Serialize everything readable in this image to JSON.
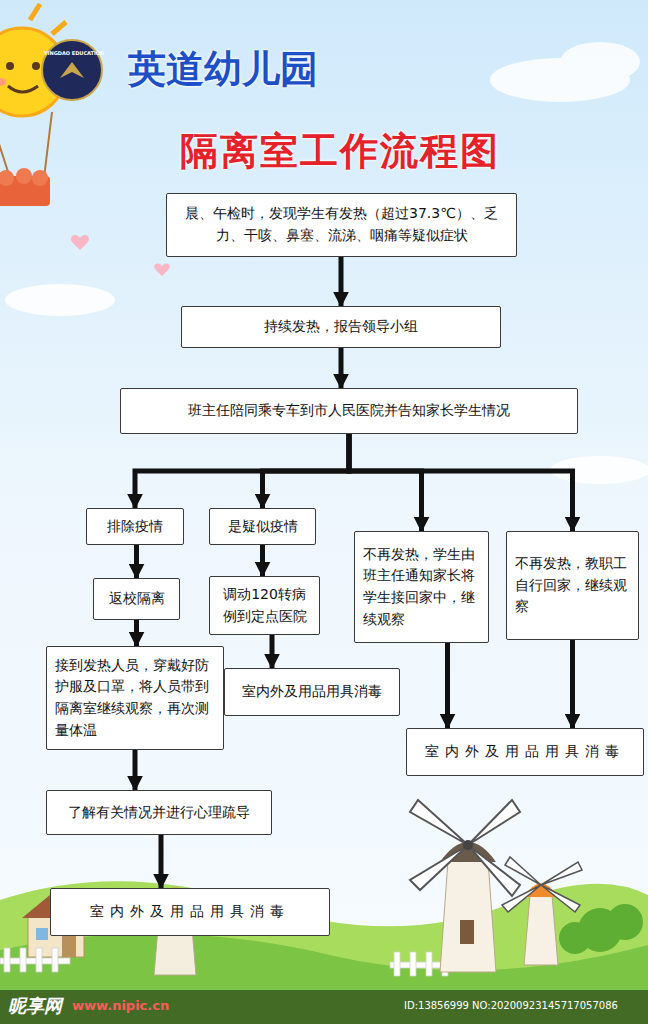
{
  "diagram": {
    "title": "隔离室工作流程图",
    "nodes": [
      {
        "text": [
          "晨、午检时，发现学生有发热（超过37.3℃）、乏力、干咳、鼻塞、流涕、咽痛等疑似症状"
        ]
      },
      {
        "text": [
          "持续发热，报告领导小组"
        ]
      },
      {
        "text": [
          "班主任陪同乘专车到市人民医院并告知家长学生情况"
        ]
      },
      {
        "text": [
          "排除疫情"
        ]
      },
      {
        "text": [
          "是疑似疫情"
        ]
      },
      {
        "text": [
          "不再发热，学生由班主任通知家长将学生接回家中，继续观察"
        ]
      },
      {
        "text": [
          "不再发热，教职工自行回家，继续观察"
        ]
      },
      {
        "text": [
          "返校隔离"
        ]
      },
      {
        "text": [
          "调动120转病例到定点医院"
        ]
      },
      {
        "text": [
          "接到发热人员，穿戴好防护服及口罩，将人员带到隔离室继续观察，再次测量体温"
        ]
      },
      {
        "text": [
          "室内外及用品用具消毒"
        ]
      },
      {
        "text": [
          "室内外及用品用具消毒"
        ]
      },
      {
        "text": [
          "了解有关情况并进行心理疏导"
        ]
      },
      {
        "text": [
          "室内外及用品用具消毒"
        ]
      }
    ],
    "edges": [
      {
        "from": 0,
        "to": 1,
        "arrow": "to"
      },
      {
        "from": 1,
        "to": 2,
        "arrow": "to"
      },
      {
        "from": 2,
        "to": 3,
        "arrow": "to"
      },
      {
        "from": 2,
        "to": 4,
        "arrow": "to"
      },
      {
        "from": 2,
        "to": 5,
        "arrow": "to"
      },
      {
        "from": 2,
        "to": 6,
        "arrow": "to"
      },
      {
        "from": 3,
        "to": 7,
        "arrow": "to"
      },
      {
        "from": 7,
        "to": 9,
        "arrow": "to"
      },
      {
        "from": 9,
        "to": 12,
        "arrow": "to"
      },
      {
        "from": 12,
        "to": 13,
        "arrow": "to"
      },
      {
        "from": 4,
        "to": 8,
        "arrow": "to"
      },
      {
        "from": 8,
        "to": 10,
        "arrow": "to"
      },
      {
        "from": 5,
        "to": 11,
        "arrow": "to"
      },
      {
        "from": 6,
        "to": 11,
        "arrow": "to"
      }
    ],
    "labels": [
      "英道幼儿园",
      "YINGDAO EDUCATION",
      "昵享网",
      "www.nipic.cn",
      "ID:13856999 NO:20200923145717057086"
    ]
  }
}
